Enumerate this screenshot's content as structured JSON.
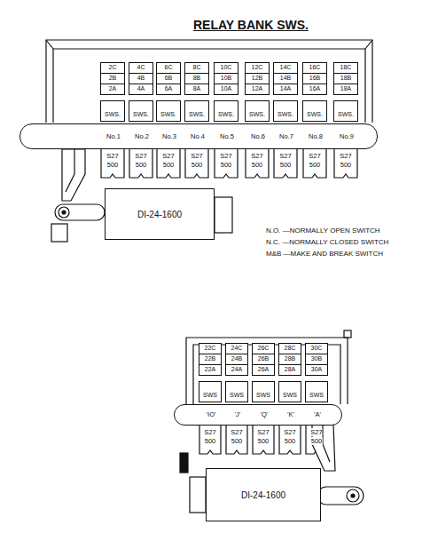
{
  "diagram": {
    "title": "RELAY BANK SWS.",
    "nodes": [
      {
        "text": [
          "2C",
          "2B",
          "2A",
          "SWS."
        ]
      },
      {
        "text": [
          "4C",
          "4B",
          "4A",
          "SWS."
        ]
      },
      {
        "text": [
          "6C",
          "6B",
          "6A",
          "SWS."
        ]
      },
      {
        "text": [
          "8C",
          "8B",
          "8A",
          "SWS."
        ]
      },
      {
        "text": [
          "10C",
          "10B",
          "10A",
          "SWS."
        ]
      },
      {
        "text": [
          "12C",
          "12B",
          "12A",
          "SWS."
        ]
      },
      {
        "text": [
          "14C",
          "14B",
          "14A",
          "SWS."
        ]
      },
      {
        "text": [
          "16C",
          "16B",
          "16A",
          "SWS."
        ]
      },
      {
        "text": [
          "18C",
          "18B",
          "18A",
          "SWS."
        ]
      },
      {
        "text": [
          "No.1",
          "No.2",
          "No.3",
          "No.4",
          "No.5",
          "No.6",
          "No.7",
          "No.8",
          "No.9"
        ]
      },
      {
        "text": [
          "DI-24-1600"
        ]
      },
      {
        "text": [
          "22C",
          "22B",
          "22A",
          "SWS"
        ]
      },
      {
        "text": [
          "24C",
          "24B",
          "24A",
          "SWS"
        ]
      },
      {
        "text": [
          "26C",
          "26B",
          "26A",
          "SWS"
        ]
      },
      {
        "text": [
          "28C",
          "28B",
          "28A",
          "SWS"
        ]
      },
      {
        "text": [
          "30C",
          "30B",
          "30A",
          "SWS"
        ]
      },
      {
        "text": [
          "'IO'",
          "'J'",
          "'Q'",
          "'K'",
          "'A'"
        ]
      },
      {
        "text": [
          "DI-24-1600"
        ]
      }
    ],
    "labels": [
      "S27",
      "500",
      "S27",
      "500",
      "S27",
      "500",
      "S27",
      "500",
      "S27",
      "500",
      "S27",
      "500",
      "S27",
      "500",
      "S27",
      "500",
      "S27",
      "500",
      "N.O. —NORMALLY OPEN SWITCH",
      "N.C. —NORMALLY CLOSED SWITCH",
      "M&B —MAKE AND BREAK SWITCH",
      "S27",
      "500",
      "S27",
      "500",
      "S27",
      "500",
      "S27",
      "500",
      "S27",
      "500"
    ]
  }
}
